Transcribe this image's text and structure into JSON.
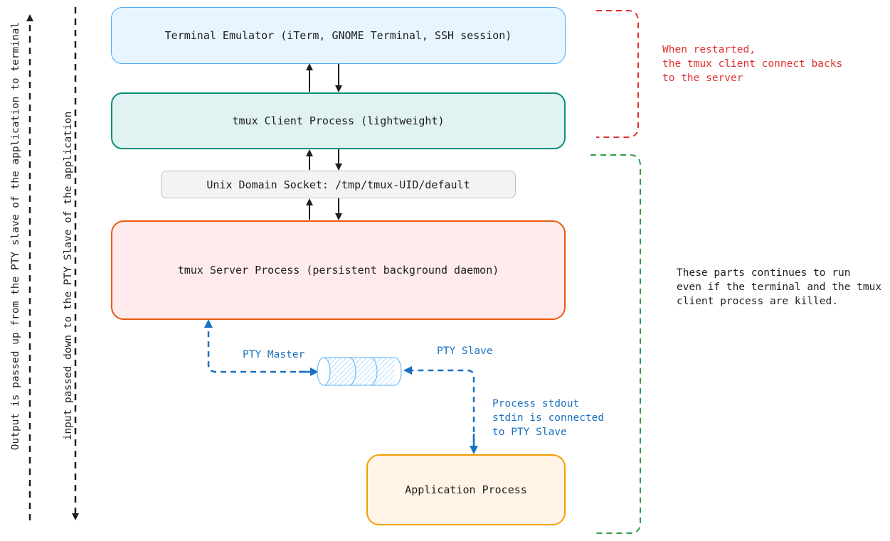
{
  "boxes": {
    "terminal": "Terminal Emulator (iTerm, GNOME Terminal, SSH session)",
    "client": "tmux Client Process (lightweight)",
    "socket": "Unix Domain Socket: /tmp/tmux-UID/default",
    "server": "tmux Server Process (persistent background daemon)",
    "app": "Application Process"
  },
  "labels": {
    "pty_master": "PTY Master",
    "pty_slave": "PTY Slave",
    "process_stdio": "Process stdout\nstdin is connected\nto PTY Slave",
    "restart_note": "When restarted,\nthe tmux client connect backs\nto the server",
    "persist_note": "These parts continues to run\neven if the terminal and the tmux\nclient process are killed.",
    "output_up": "Output is passed up from the PTY slave of the application to terminal",
    "input_down": "input passed down to the PTY Slave of the application"
  },
  "colors": {
    "terminal_fill": "#e7f5ff",
    "terminal_stroke": "#4dabf7",
    "client_fill": "#e0f2f1",
    "client_stroke": "#0c8f7d",
    "socket_fill": "#f1f3f5",
    "socket_stroke": "#bfbfbf",
    "server_fill": "#ffebee",
    "server_stroke": "#e8590c",
    "app_fill": "#fff4e6",
    "app_stroke": "#f59f00",
    "red": "#e03131",
    "green": "#2f9e44",
    "blue": "#1971c2",
    "dark": "#1e1e1e"
  }
}
